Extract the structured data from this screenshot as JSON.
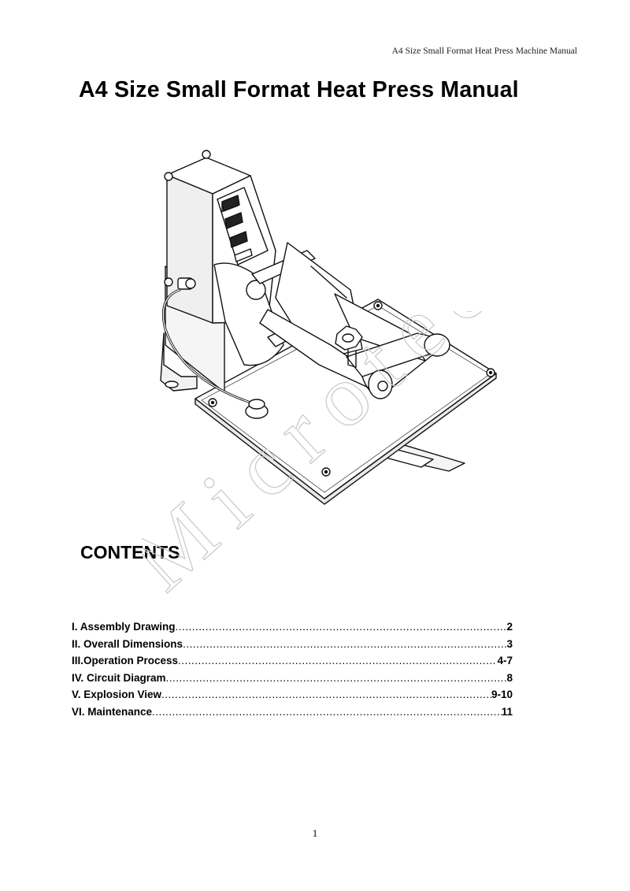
{
  "header": {
    "running_title": "A4 Size Small Format Heat Press Machine Manual"
  },
  "document": {
    "title": "A4 Size Small Format Heat Press Manual"
  },
  "illustration": {
    "subject": "heat press machine line drawing",
    "icon": "heat-press-illustration"
  },
  "contents": {
    "heading": "CONTENTS",
    "items": [
      {
        "label": "I. Assembly Drawing",
        "page": "2"
      },
      {
        "label": "II. Overall Dimensions",
        "page": "3"
      },
      {
        "label": "III.Operation Process",
        "page": "4-7"
      },
      {
        "label": "IV. Circuit Diagram ",
        "page": "8"
      },
      {
        "label": "V. Explosion View ",
        "page": "9-10"
      },
      {
        "label": "VI. Maintenance ",
        "page": "11"
      }
    ]
  },
  "watermark": {
    "text": "Microtec",
    "color": "#c8c8c8"
  },
  "footer": {
    "page_number": "1"
  }
}
